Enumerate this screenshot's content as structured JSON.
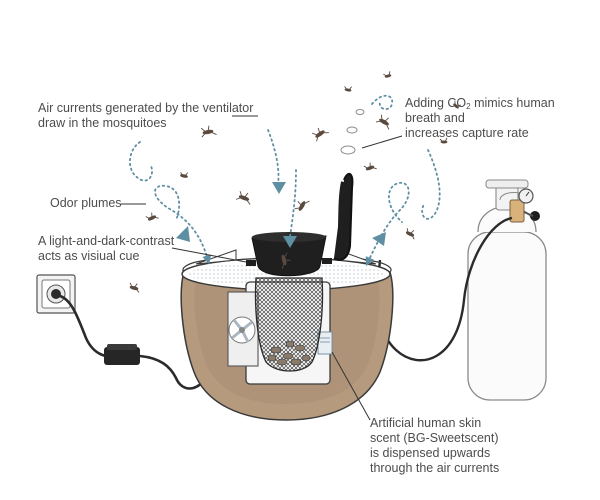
{
  "labels": {
    "air_currents": [
      "Air currents generated by the ventilator",
      "draw in the mosquitoes"
    ],
    "co2": {
      "line1_prefix": "Adding CO",
      "line1_subscript": "2",
      "line1_suffix": " mimics human",
      "line2": "breath and",
      "line3": "increases capture rate"
    },
    "odor_plumes": "Odor plumes",
    "contrast": [
      "A light-and-dark-contrast",
      "acts as visiual cue"
    ],
    "scent": [
      "Artificial human skin",
      "scent (BG-Sweetscent)",
      "is dispensed upwards",
      "through the air currents"
    ]
  },
  "colors": {
    "arrow": "#5f8fa3",
    "bucket": "#b59a7e",
    "bucket_inner": "#a68b70",
    "outline": "#3a3a3a",
    "insect": "#5a4a3f"
  },
  "icons": [
    "power-outlet-icon",
    "power-adapter-icon",
    "trap-bucket-icon",
    "intake-funnel-icon",
    "catch-bag-icon",
    "fan-icon",
    "co2-tube-icon",
    "gas-cylinder-icon",
    "mosquito-icon"
  ]
}
